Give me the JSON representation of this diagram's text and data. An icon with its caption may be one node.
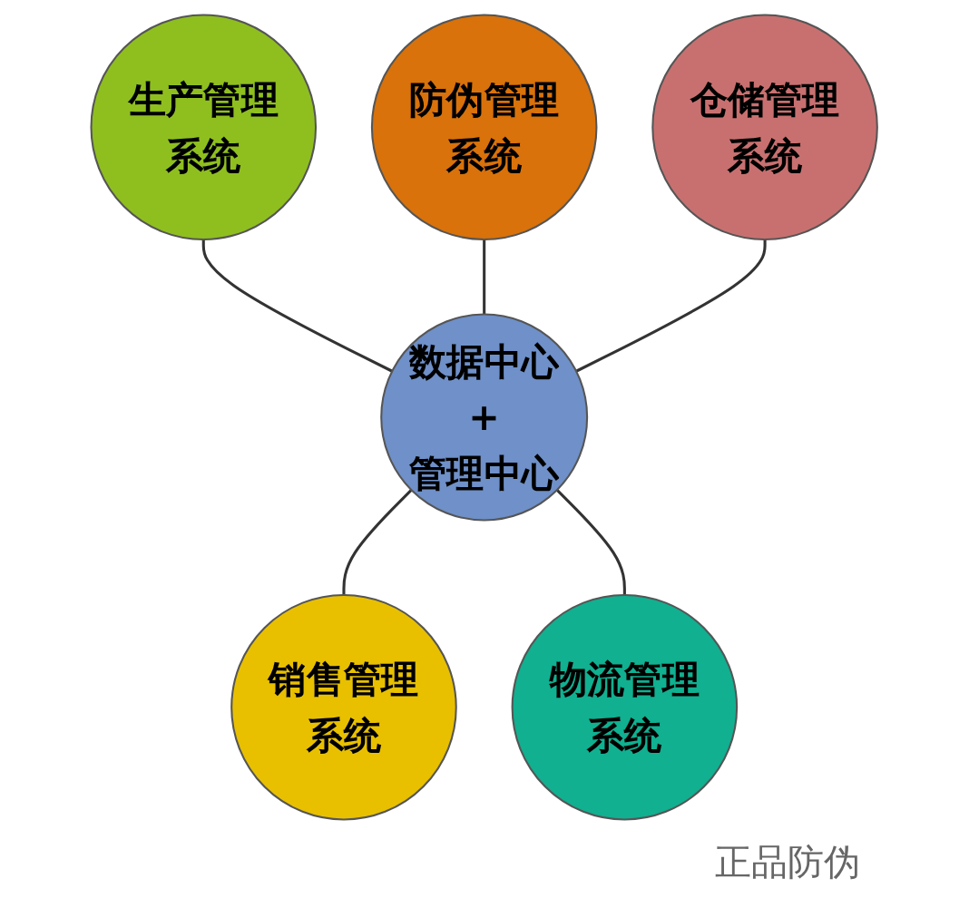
{
  "diagram": {
    "nodes": [
      {
        "text": [
          "生产管理系统"
        ]
      },
      {
        "text": [
          "防伪管理系统"
        ]
      },
      {
        "text": [
          "数据中心",
          "+",
          "管理中心"
        ]
      },
      {
        "text": [
          "仓储管理系统"
        ]
      },
      {
        "text": [
          "销售管理系统"
        ]
      },
      {
        "text": [
          "物流管理系统"
        ]
      }
    ],
    "edges": [
      {
        "from": 0,
        "to": 2,
        "arrow": "none"
      },
      {
        "from": 1,
        "to": 2,
        "arrow": "none"
      },
      {
        "from": 3,
        "to": 2,
        "arrow": "none"
      },
      {
        "from": 2,
        "to": 4,
        "arrow": "none"
      },
      {
        "from": 2,
        "to": 5,
        "arrow": "none"
      }
    ],
    "labels": [
      "正品防伪"
    ]
  }
}
